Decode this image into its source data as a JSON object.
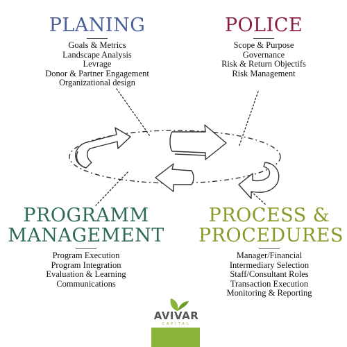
{
  "colors": {
    "planning": "#4a5f99",
    "police": "#8a1d3c",
    "programm": "#2e6b55",
    "process": "#8a9a2a",
    "logo_green": "#8ab53a"
  },
  "quadrants": {
    "planning": {
      "heading": "PLANING",
      "items": [
        "Goals & Metrics",
        "Landscape Analysis",
        "Levrage",
        "Donor & Partner Engagement",
        "Organizational design"
      ]
    },
    "police": {
      "heading": "POLICE",
      "items": [
        "Scope & Purpose",
        "Governance",
        "Risk & Return Objectifs",
        "Risk Management"
      ]
    },
    "programm": {
      "heading": "PROGRAMM\nMANAGEMENT",
      "items": [
        "Program Execution",
        "Program Integration",
        "Evaluation & Learning",
        "Communications"
      ]
    },
    "process": {
      "heading": "PROCESS &\nPROCEDURES",
      "items": [
        "Manager/Financial",
        "Intermediary Selection",
        "Staff/Consultant Roles",
        "Transaction Execution",
        "Monitoring & Reporting"
      ]
    }
  },
  "logo": {
    "name": "AVIVAR",
    "tagline": "CAPITAL",
    "icon": "leaf-icon"
  }
}
